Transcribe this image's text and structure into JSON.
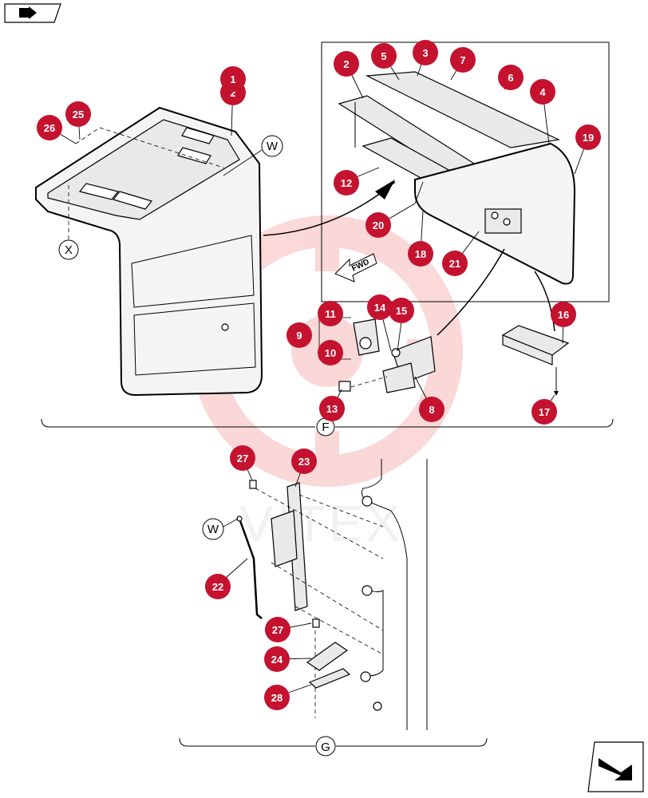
{
  "nav": {
    "top_icon": "page-back-arrow-icon",
    "bottom_icon": "page-forward-arrow-icon"
  },
  "colors": {
    "callout": "#c4122f",
    "callout_text": "#ffffff",
    "watermark": "#f7b9b9",
    "line": "#000000"
  },
  "sections": {
    "F": "F",
    "G": "G",
    "W1": "W",
    "W2": "W",
    "X": "X"
  },
  "fwd_label": "FWD",
  "watermark_text": "VITEX",
  "callouts": [
    "1",
    "2",
    "3",
    "4",
    "5",
    "6",
    "7",
    "8",
    "9",
    "10",
    "11",
    "12",
    "13",
    "14",
    "15",
    "16",
    "17",
    "18",
    "19",
    "20",
    "21",
    "22",
    "23",
    "24",
    "25",
    "26",
    "27",
    "27",
    "28"
  ]
}
